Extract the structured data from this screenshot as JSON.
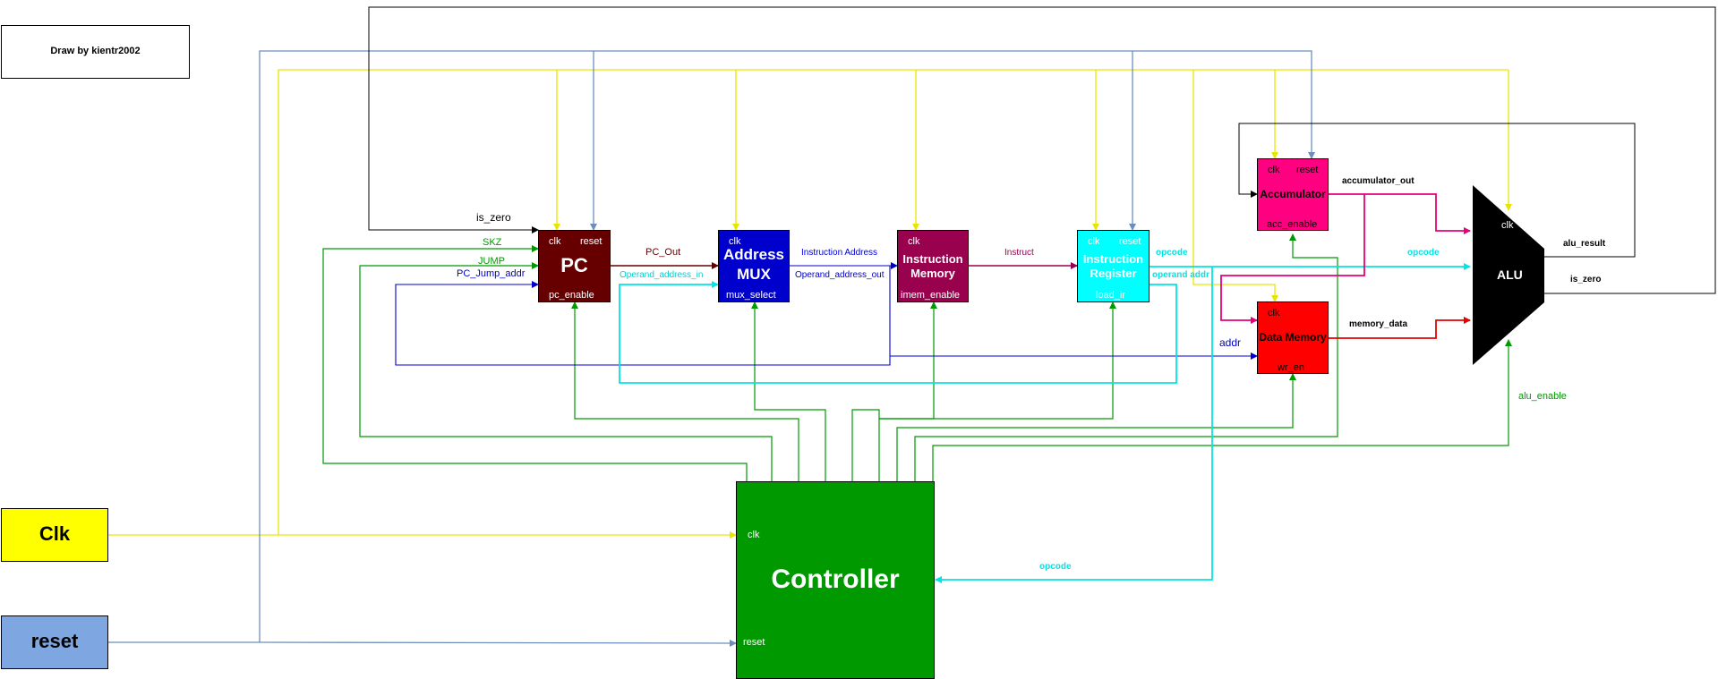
{
  "credit": "Draw by kientr2002",
  "colors": {
    "clk": "#ffff00",
    "reset": "#7ea6e0",
    "pc": "#660000",
    "mux": "#0000cc",
    "imem": "#99004d",
    "ireg": "#00ffff",
    "acc": "#ff0080",
    "dmem": "#ff0000",
    "ctrl": "#009900",
    "alu": "#000000",
    "addr_line": "#0000cc",
    "ctrl_line": "#009900",
    "imem_line": "#990050",
    "pc_line": "#660000"
  },
  "inputs": {
    "clk": "Clk",
    "reset": "reset"
  },
  "blocks": {
    "pc": {
      "title": "PC",
      "clk": "clk",
      "reset": "reset",
      "enable": "pc_enable"
    },
    "mux": {
      "title_line1": "Address",
      "title_line2": "MUX",
      "clk": "clk",
      "select": "mux_select"
    },
    "imem": {
      "title_line1": "Instruction",
      "title_line2": "Memory",
      "clk": "clk",
      "enable": "imem_enable"
    },
    "ireg": {
      "title_line1": "Instruction",
      "title_line2": "Register",
      "clk": "clk",
      "reset": "reset",
      "load": "load_ir"
    },
    "acc": {
      "title": "Accumulator",
      "clk": "clk",
      "reset": "reset",
      "enable": "acc_enable"
    },
    "dmem": {
      "title": "Data Memory",
      "clk": "clk",
      "enable": "wr_en"
    },
    "alu": {
      "title": "ALU",
      "clk": "clk"
    },
    "ctrl": {
      "title": "Controller",
      "clk": "clk",
      "reset": "reset"
    }
  },
  "signals": {
    "is_zero_top": "is_zero",
    "skz": "SKZ",
    "jump": "JUMP",
    "pc_jump_addr": "PC_Jump_addr",
    "pc_out": "PC_Out",
    "operand_in": "Operand_address_in",
    "instr_addr": "Instruction Address",
    "operand_out": "Operand_address_out",
    "instruct": "Instruct",
    "opcode_ir": "opcode",
    "operand_addr": "operand addr",
    "opcode_alu": "opcode",
    "addr": "addr",
    "accumulator_out": "accumulator_out",
    "memory_data": "memory_data",
    "alu_result": "alu_result",
    "is_zero_alu": "is_zero",
    "alu_enable": "alu_enable",
    "opcode_ctrl": "opcode"
  }
}
